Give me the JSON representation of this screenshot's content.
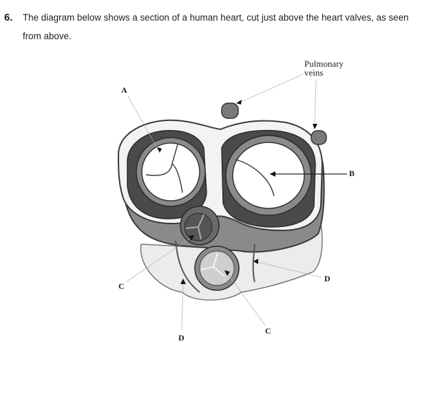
{
  "question": {
    "number": "6.",
    "text": "The diagram below shows a section of a human heart, cut just above the heart valves, as seen from above."
  },
  "diagram": {
    "labels": {
      "pulmonary_veins_line1": "Pulmonary",
      "pulmonary_veins_line2": "veins",
      "a": "A",
      "b": "B",
      "c_left": "C",
      "c_bottom": "C",
      "d_right": "D",
      "d_bottom": "D"
    },
    "colors": {
      "dark_tissue": "#4a4a4a",
      "mid_tissue": "#7d7d7d",
      "light_tissue": "#b8b8b8",
      "fat": "#ececec",
      "valve": "#ffffff",
      "outline": "#3a3a3a"
    }
  }
}
